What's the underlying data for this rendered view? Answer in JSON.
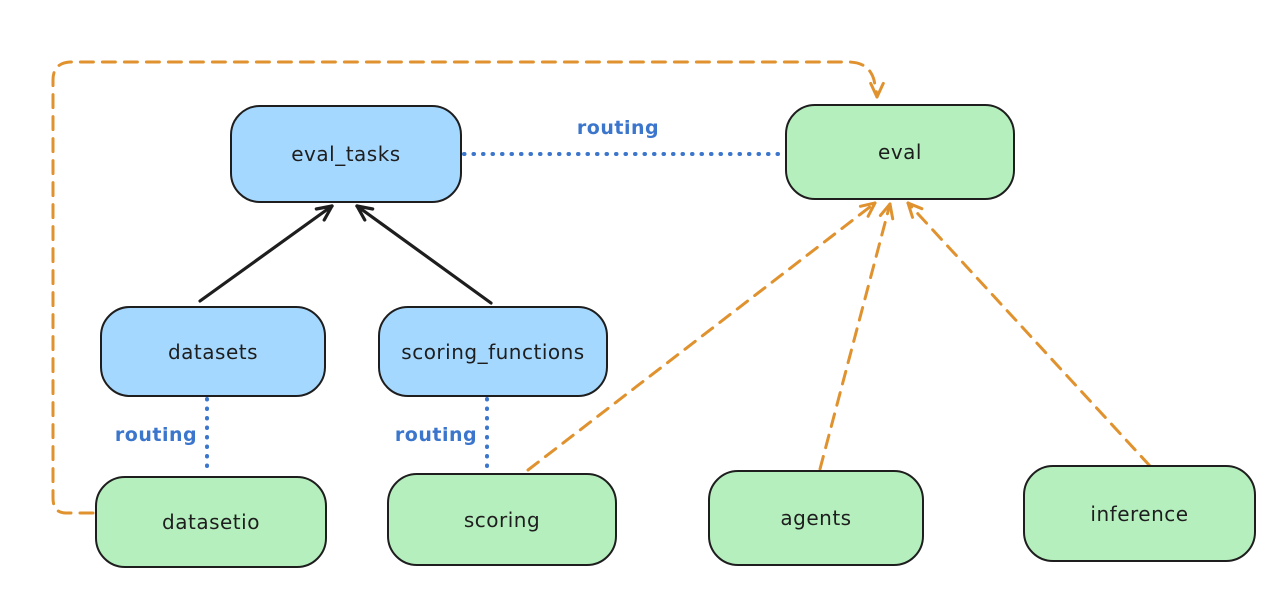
{
  "diagram": {
    "colors": {
      "background": "#ffffff",
      "node_stroke": "#1e1e1e",
      "resource_fill_blue": "#a5d8ff",
      "provider_fill_green": "#b5efbd",
      "routing_blue": "#3b76cc",
      "dashed_orange": "#e0922f",
      "solid_arrow_black": "#1e1e1e"
    },
    "nodes": [
      {
        "id": "eval_tasks",
        "label": "eval_tasks",
        "kind": "blue-resource"
      },
      {
        "id": "eval",
        "label": "eval",
        "kind": "green-provider"
      },
      {
        "id": "datasets",
        "label": "datasets",
        "kind": "blue-resource"
      },
      {
        "id": "scoring_functions",
        "label": "scoring_functions",
        "kind": "blue-resource"
      },
      {
        "id": "datasetio",
        "label": "datasetio",
        "kind": "green-provider"
      },
      {
        "id": "scoring",
        "label": "scoring",
        "kind": "green-provider"
      },
      {
        "id": "agents",
        "label": "agents",
        "kind": "green-provider"
      },
      {
        "id": "inference",
        "label": "inference",
        "kind": "green-provider"
      }
    ],
    "edges": [
      {
        "from": "datasets",
        "to": "eval_tasks",
        "style": "solid-black-arrow"
      },
      {
        "from": "scoring_functions",
        "to": "eval_tasks",
        "style": "solid-black-arrow"
      },
      {
        "from": "eval_tasks",
        "to": "eval",
        "style": "dotted-blue",
        "label": "routing"
      },
      {
        "from": "datasets",
        "to": "datasetio",
        "style": "dotted-blue",
        "label": "routing"
      },
      {
        "from": "scoring_functions",
        "to": "scoring",
        "style": "dotted-blue",
        "label": "routing"
      },
      {
        "from": "datasetio",
        "to": "eval",
        "style": "dashed-orange-arrow"
      },
      {
        "from": "scoring",
        "to": "eval",
        "style": "dashed-orange-arrow"
      },
      {
        "from": "agents",
        "to": "eval",
        "style": "dashed-orange-arrow"
      },
      {
        "from": "inference",
        "to": "eval",
        "style": "dashed-orange-arrow"
      }
    ]
  }
}
